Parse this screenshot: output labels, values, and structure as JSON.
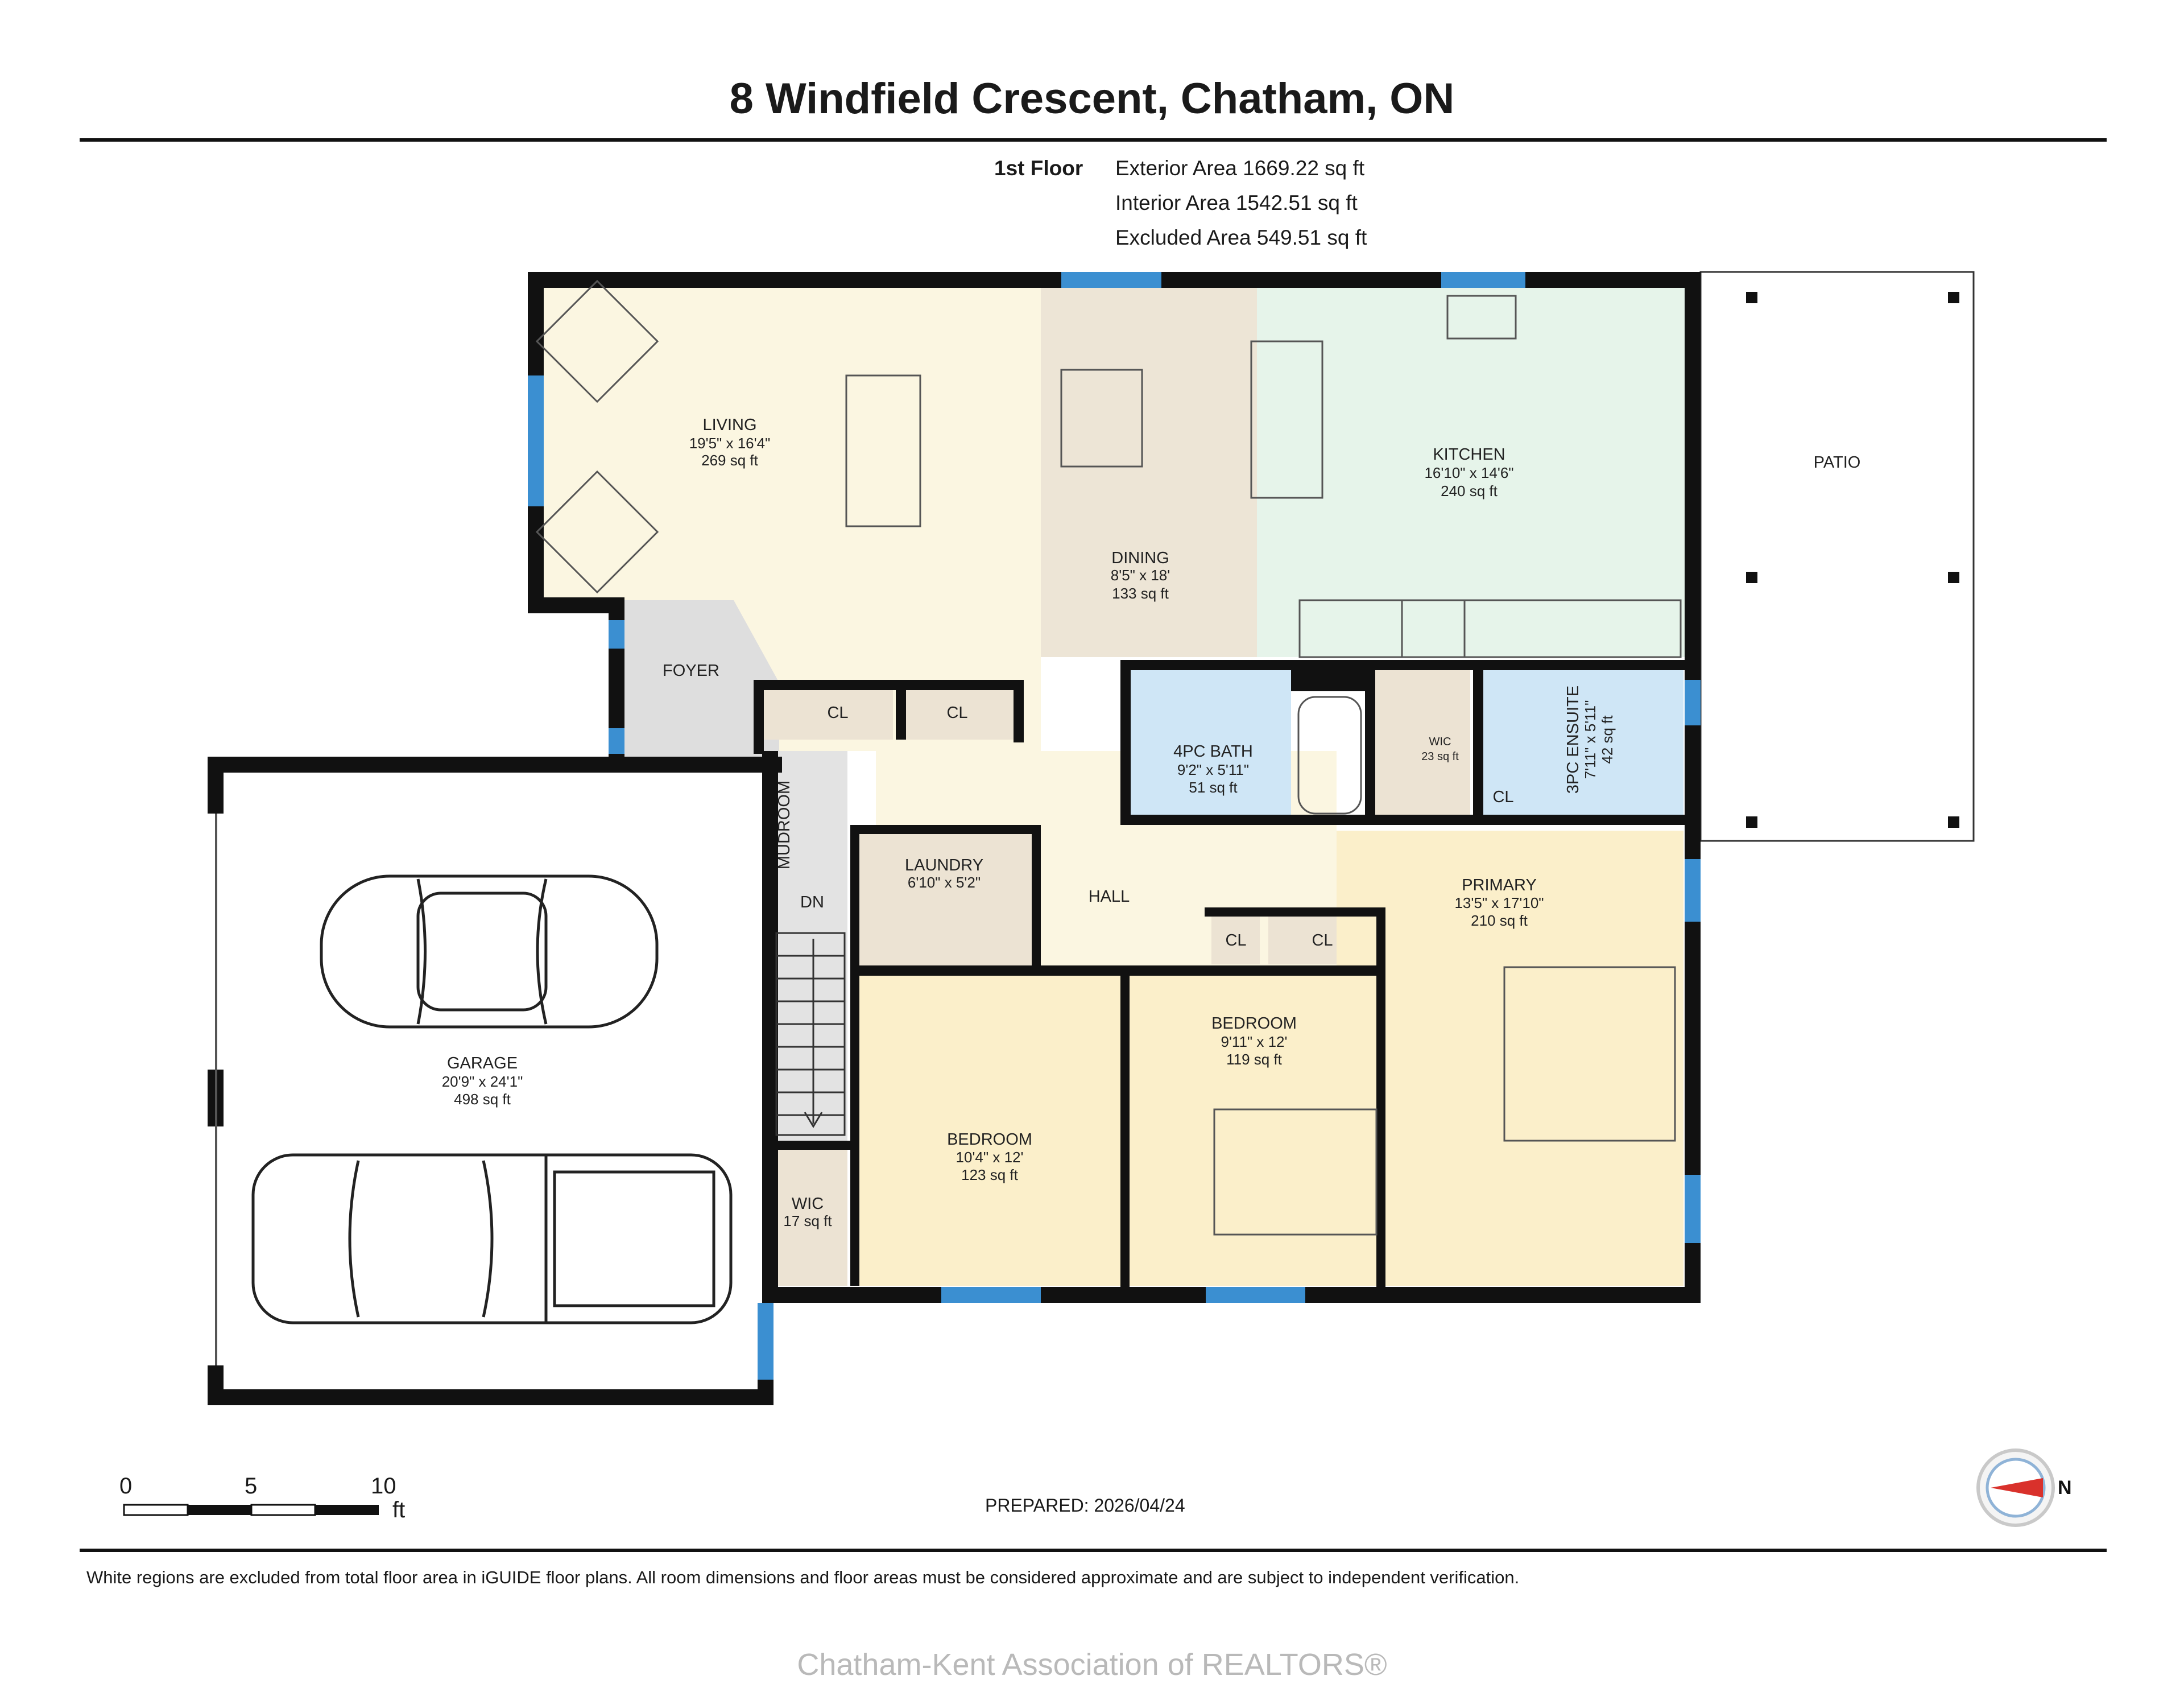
{
  "title": "8 Windfield Crescent, Chatham, ON",
  "floor_label": "1st Floor",
  "areas": {
    "exterior": "Exterior Area 1669.22 sq ft",
    "interior": "Interior Area 1542.51 sq ft",
    "excluded": "Excluded Area 549.51 sq ft"
  },
  "rooms": {
    "living": {
      "name": "LIVING",
      "dims": "19'5\" x 16'4\"",
      "area": "269 sq ft"
    },
    "dining": {
      "name": "DINING",
      "dims": "8'5\" x 18'",
      "area": "133 sq ft"
    },
    "kitchen": {
      "name": "KITCHEN",
      "dims": "16'10\" x 14'6\"",
      "area": "240 sq ft"
    },
    "patio": {
      "name": "PATIO"
    },
    "foyer": {
      "name": "FOYER"
    },
    "cl_1": {
      "name": "CL"
    },
    "cl_2": {
      "name": "CL"
    },
    "bath": {
      "name": "4PC BATH",
      "dims": "9'2\" x 5'11\"",
      "area": "51 sq ft"
    },
    "wic_small": {
      "name": "WIC",
      "area": "23 sq ft"
    },
    "cl_3": {
      "name": "CL"
    },
    "ensuite": {
      "name": "3PC ENSUITE",
      "dims": "7'11\" x 5'11\"",
      "area": "42 sq ft"
    },
    "mudroom": {
      "name": "MUDROOM"
    },
    "dn": {
      "name": "DN"
    },
    "laundry": {
      "name": "LAUNDRY",
      "dims": "6'10\" x 5'2\""
    },
    "hall": {
      "name": "HALL"
    },
    "cl_4": {
      "name": "CL"
    },
    "cl_5": {
      "name": "CL"
    },
    "primary": {
      "name": "PRIMARY",
      "dims": "13'5\" x 17'10\"",
      "area": "210 sq ft"
    },
    "garage": {
      "name": "GARAGE",
      "dims": "20'9\" x 24'1\"",
      "area": "498 sq ft"
    },
    "bedroom_2": {
      "name": "BEDROOM",
      "dims": "9'11\" x 12'",
      "area": "119 sq ft"
    },
    "bedroom_1": {
      "name": "BEDROOM",
      "dims": "10'4\" x 12'",
      "area": "123 sq ft"
    },
    "wic_large": {
      "name": "WIC",
      "area": "17 sq ft"
    }
  },
  "scale": {
    "t0": "0",
    "t5": "5",
    "t10": "10",
    "unit": "ft"
  },
  "compass_label": "N",
  "prepared": "PREPARED: 2026/04/24",
  "footer_note": "White regions are excluded from total floor area in iGUIDE floor plans. All room dimensions and floor areas must be considered approximate and are subject to independent verification.",
  "watermark": "Chatham-Kent Association of REALTORS®",
  "colors": {
    "living": "#fbf6e1",
    "dining": "#ede5d6",
    "kitchen": "#e6f4ea",
    "bath": "#cfe6f6",
    "bedroom": "#fbefca",
    "closet": "#ece3d3",
    "mudroom": "#e3e3e3",
    "wall": "#111111",
    "window": "#3b8fd1"
  }
}
